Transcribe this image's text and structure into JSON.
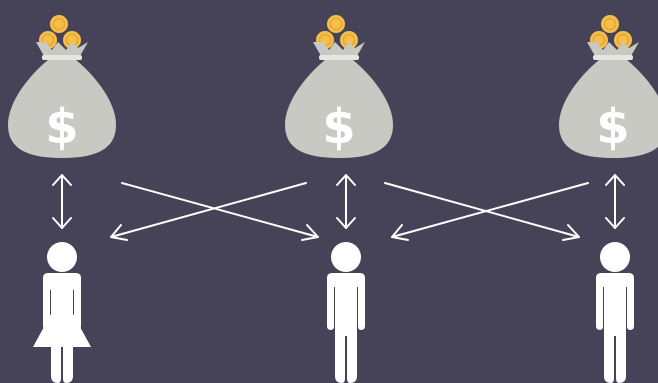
{
  "colors": {
    "background": "#464359",
    "bag": "#c9c9c3",
    "coin": "#f5c04a",
    "coin_inner": "#e8a63a",
    "arrows": "#ffffff",
    "people": "#ffffff",
    "dollar_sign": "#ffffff"
  },
  "bags": [
    {
      "symbol": "$",
      "icon": "money-bag-icon"
    },
    {
      "symbol": "$",
      "icon": "money-bag-icon"
    },
    {
      "symbol": "$",
      "icon": "money-bag-icon"
    }
  ],
  "people": [
    {
      "icon": "woman-icon"
    },
    {
      "icon": "man-icon"
    },
    {
      "icon": "man-icon"
    }
  ],
  "arrows": [
    {
      "type": "vertical-double-arrow",
      "from": "bag-1",
      "to": "person-1"
    },
    {
      "type": "vertical-double-arrow",
      "from": "bag-2",
      "to": "person-2"
    },
    {
      "type": "vertical-double-arrow",
      "from": "bag-3",
      "to": "person-3"
    },
    {
      "type": "cross-arrow",
      "from": "bag-1",
      "to": "person-2"
    },
    {
      "type": "cross-arrow",
      "from": "bag-2",
      "to": "person-1"
    },
    {
      "type": "cross-arrow",
      "from": "bag-2",
      "to": "person-3"
    },
    {
      "type": "cross-arrow",
      "from": "bag-3",
      "to": "person-2"
    }
  ]
}
